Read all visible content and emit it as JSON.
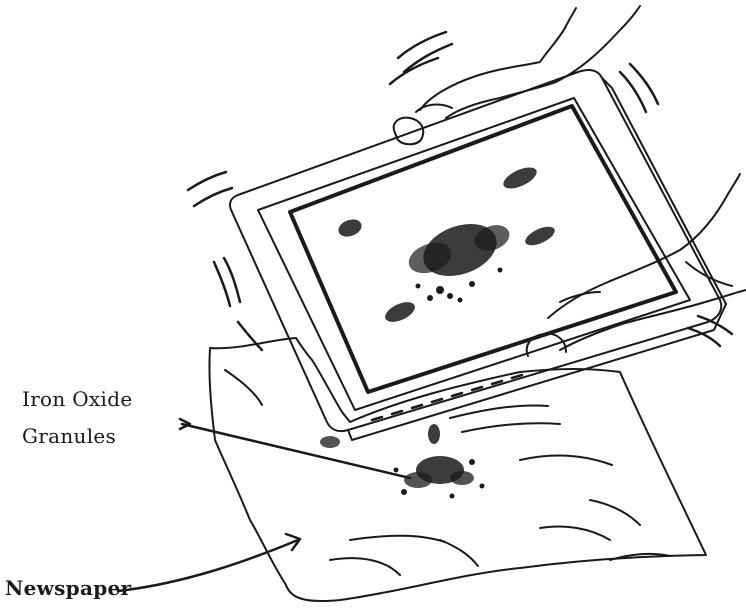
{
  "labels": {
    "iron_oxide_line1": "Iron Oxide",
    "iron_oxide_line2": "Granules",
    "newspaper": "Newspaper"
  },
  "colors": {
    "ink": "#1a1a1a",
    "paper": "#ffffff"
  }
}
